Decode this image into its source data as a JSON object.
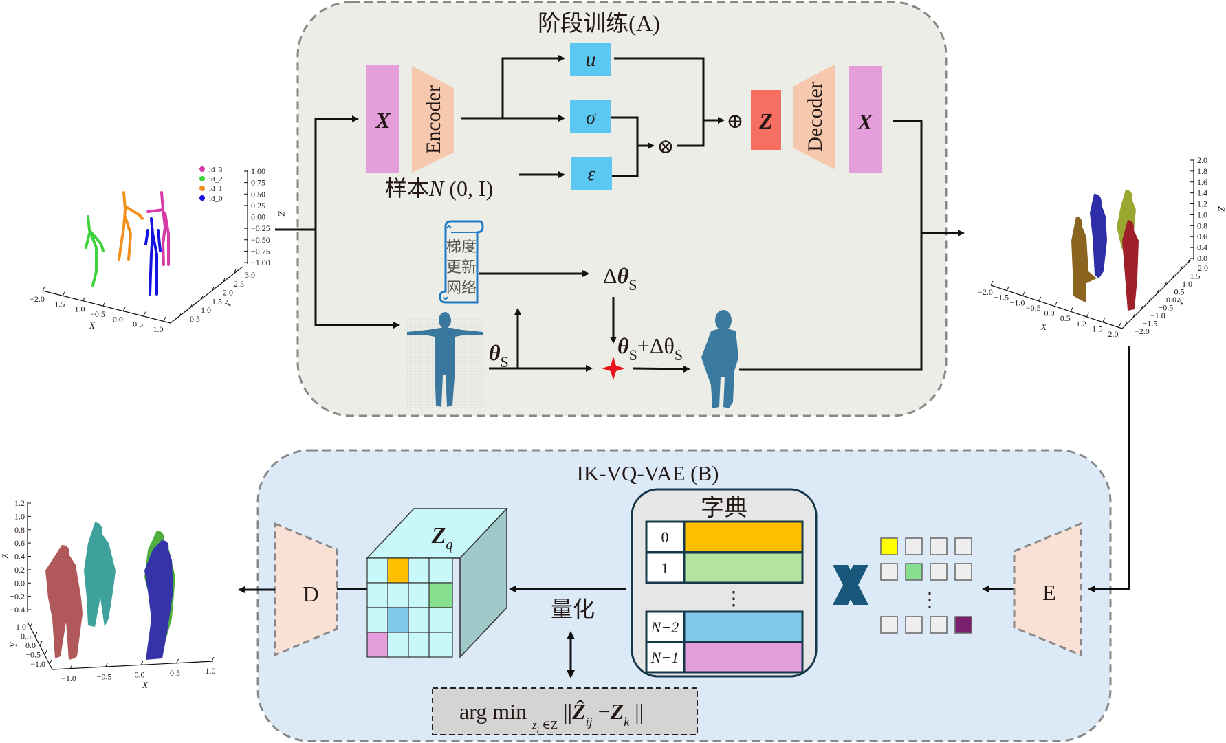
{
  "stage_a": {
    "title": "阶段训练(A)",
    "input_x": "X",
    "encoder": "Encoder",
    "mu": "u",
    "sigma": "σ",
    "epsilon": "ε",
    "sample_label": "样本",
    "sample_dist": "N",
    "sample_args": " (0, I)",
    "oplus": "⊕",
    "otimes": "⊗",
    "latent_z": "Z",
    "decoder": "Decoder",
    "output_x": "X",
    "gradient_net": [
      "梯度",
      "更新",
      "网络"
    ],
    "delta_theta": "Δθ",
    "delta_theta_sub": "S",
    "theta": "θ",
    "theta_sub": "S",
    "theta_plus_delta": "θ",
    "theta_plus_delta_mid": "+Δθ",
    "theta_plus_delta_sub": "S"
  },
  "stage_b": {
    "title": "IK-VQ-VAE (B)",
    "decoder_d": "D",
    "encoder_e": "E",
    "zq": "Z",
    "zq_sub": "q",
    "quantize": "量化",
    "dictionary_title": "字典",
    "dictionary_rows": [
      {
        "index": "0",
        "color": "#FFC000"
      },
      {
        "index": "1",
        "color": "#B3E5A1"
      },
      {
        "index": "N−2",
        "color": "#80C9EA"
      },
      {
        "index": "N−1",
        "color": "#E39EDB"
      }
    ],
    "dictionary_ellipsis": "⋮",
    "multiply": "✕",
    "argmin_prefix": "arg min",
    "argmin_sub": "z",
    "argmin_sub_j": "j",
    "argmin_sub_rest": " ∈Z",
    "argmin_norm_open": "||",
    "argmin_zhat": "Ẑ",
    "argmin_zhat_sub": "ij",
    "argmin_minus": " −",
    "argmin_zk": "Z",
    "argmin_zk_sub": "k",
    "argmin_norm_close": " ||",
    "zq_grid_colors": [
      [
        "#C9F8FA",
        "#FFC000",
        "#C9F8FA",
        "#C9F8FA"
      ],
      [
        "#C9F8FA",
        "#C9F8FA",
        "#C9F8FA",
        "#86E08F"
      ],
      [
        "#C9F8FA",
        "#80C9EA",
        "#C9F8FA",
        "#C9F8FA"
      ],
      [
        "#E39EDB",
        "#C9F8FA",
        "#C9F8FA",
        "#C9F8FA"
      ]
    ],
    "encoded_grid_colors": [
      [
        "#FFFF00",
        "#EEEEEE",
        "#EEEEEE",
        "#EEEEEE"
      ],
      [
        "#EEEEEE",
        "#86E08F",
        "#EEEEEE",
        "#EEEEEE"
      ],
      [
        "#EEEEEE",
        "#EEEEEE",
        "#EEEEEE",
        "#7B1E6E"
      ]
    ],
    "encoded_ellipsis": "⋮"
  },
  "plot_skeleton": {
    "legend": [
      {
        "label": "id_3",
        "color": "#D63AA6"
      },
      {
        "label": "id_2",
        "color": "#3CD43A"
      },
      {
        "label": "id_1",
        "color": "#F0911E"
      },
      {
        "label": "id_0",
        "color": "#1414E0"
      }
    ],
    "z_ticks": [
      "1.00",
      "0.75",
      "0.50",
      "0.25",
      "0.00",
      "−0.25",
      "−0.50",
      "−0.75",
      "−1.00"
    ],
    "z_label": "Z",
    "x_ticks": [
      "−2.0",
      "−1.5",
      "−1.0",
      "−0.5",
      "0.0",
      "0.5",
      "1.0"
    ],
    "x_label": "X",
    "y_ticks": [
      "0.5",
      "1.0",
      "1.5",
      "2.0",
      "2.5",
      "3.0"
    ],
    "y_label": "Y"
  },
  "plot_mesh_right": {
    "z_ticks": [
      "2.0",
      "1.8",
      "1.6",
      "1.4",
      "1.2",
      "1.0",
      "0.8",
      "0.6",
      "0.4",
      "0.0"
    ],
    "z_label": "Z",
    "x_ticks": [
      "−2.0",
      "−1.5",
      "−1.0",
      "−0.5",
      "0.0",
      "0.5",
      "1.2",
      "1.5",
      "2.0"
    ],
    "x_label": "X",
    "y_ticks": [
      "−2.0",
      "−1.5",
      "−1.0",
      "−0.5",
      "0.0",
      "0.5",
      "1.0",
      "1.5",
      "2.0"
    ],
    "y_label": "Y",
    "figure_colors": [
      "#8B6420",
      "#2E2FA8",
      "#9AA832",
      "#A0202A"
    ]
  },
  "plot_mesh_left": {
    "z_ticks": [
      "1.2",
      "1.0",
      "0.8",
      "0.6",
      "0.4",
      "0.2",
      "0.0",
      "−0.2",
      "−0.4"
    ],
    "z_label": "Z",
    "y_ticks": [
      "1.0",
      "0.5",
      "0.0",
      "−0.5",
      "−1.0"
    ],
    "y_label": "Y",
    "x_ticks": [
      "−1.0",
      "−0.5",
      "0.0",
      "0.5",
      "1.0"
    ],
    "x_label": "X",
    "figure_colors": [
      "#B0585A",
      "#3FA19C",
      "#4FAE3F",
      "#3434A8"
    ]
  },
  "colors": {
    "stage_a_bg": "#EDEDE7",
    "stage_b_bg": "#DCE9F6",
    "dash": "#888888",
    "pink_block": "#E39EDB",
    "peach": "#F6C8AE",
    "cyan_block": "#5BC8F2",
    "red_block": "#F76F62",
    "mesh_blue": "#3B7AA0",
    "cross": "#19587A"
  }
}
